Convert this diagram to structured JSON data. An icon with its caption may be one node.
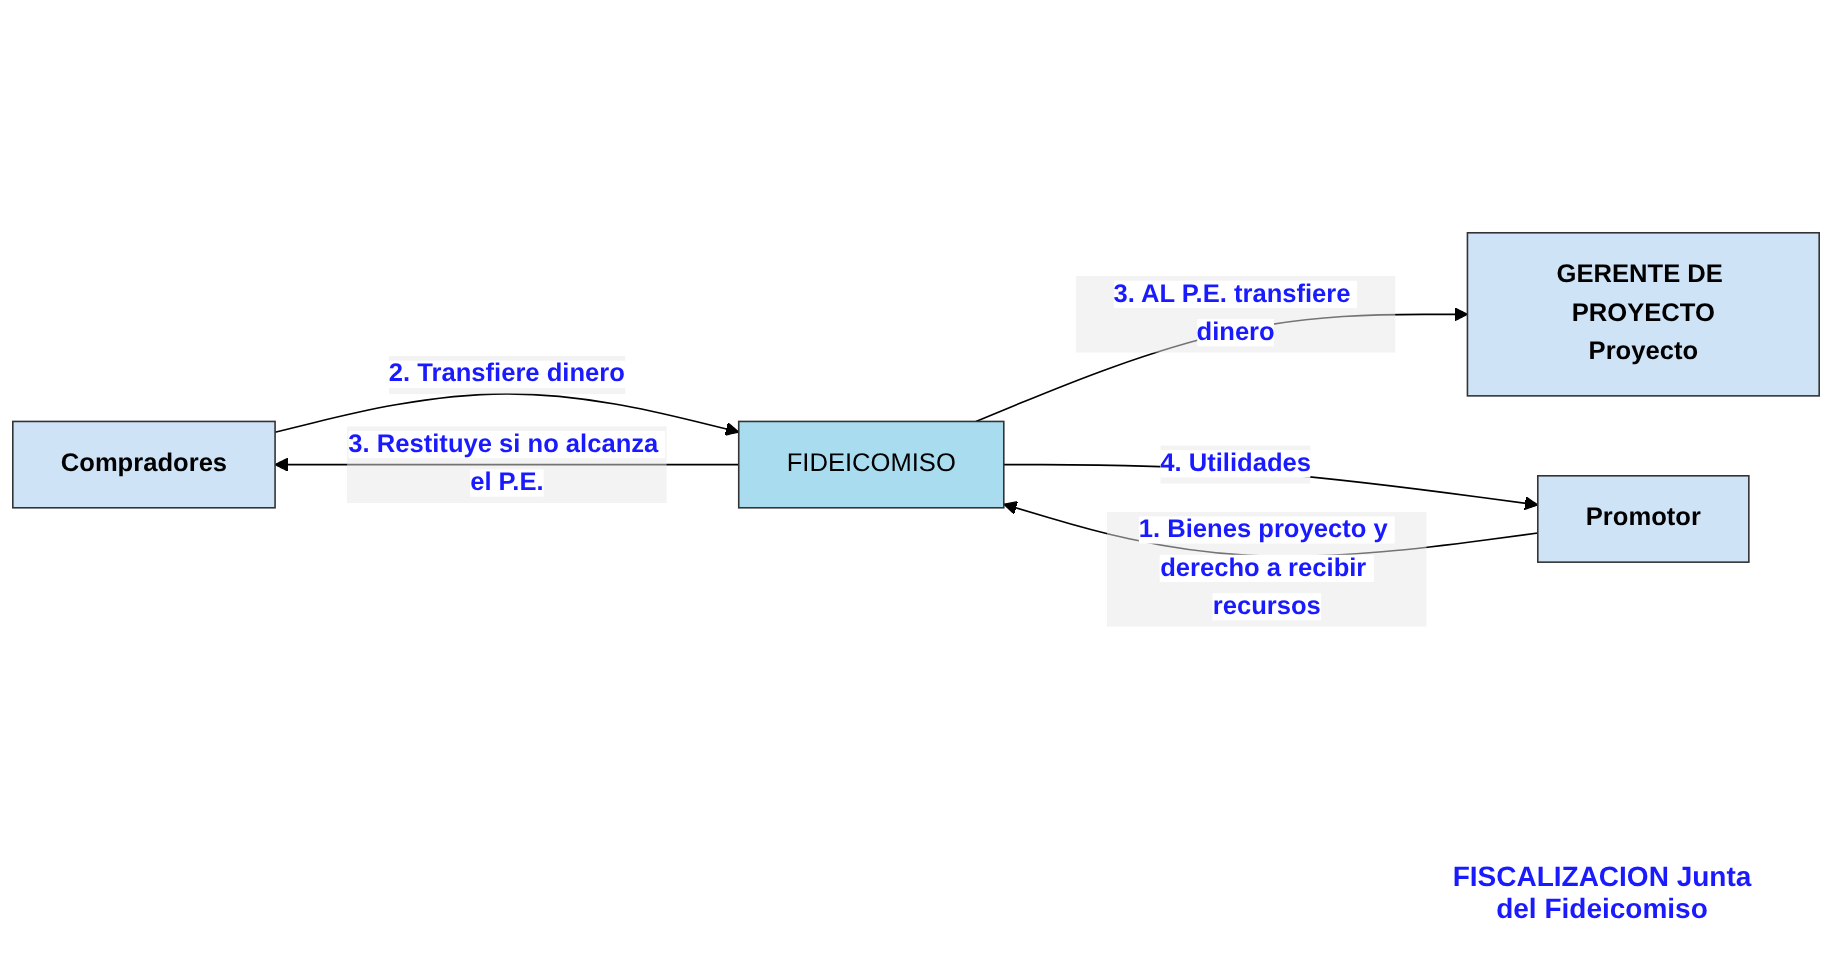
{
  "diagram": {
    "nodes": [
      {
        "text": [
          "Compradores"
        ]
      },
      {
        "text": [
          "Promotor"
        ]
      },
      {
        "text": [
          "GERENTE DE PROYECTO",
          "Proyecto"
        ]
      },
      {
        "text": [
          "FIDEICOMISO"
        ]
      }
    ],
    "edges": [
      {
        "from": 1,
        "to": 3,
        "arrow": "to",
        "label": "1. Bienes proyecto y derecho a recibir recursos"
      },
      {
        "from": 0,
        "to": 3,
        "arrow": "to",
        "label": "2. Transfiere dinero"
      },
      {
        "from": 3,
        "to": 0,
        "arrow": "to",
        "label": "3. Restituye si no alcanza el P.E."
      },
      {
        "from": 3,
        "to": 2,
        "arrow": "to",
        "label": "3. AL P.E. transfiere dinero"
      },
      {
        "from": 3,
        "to": 1,
        "arrow": "to",
        "label": "4. Utilidades"
      }
    ],
    "labels": [
      "FISCALIZACION Junta del Fideicomiso"
    ]
  }
}
